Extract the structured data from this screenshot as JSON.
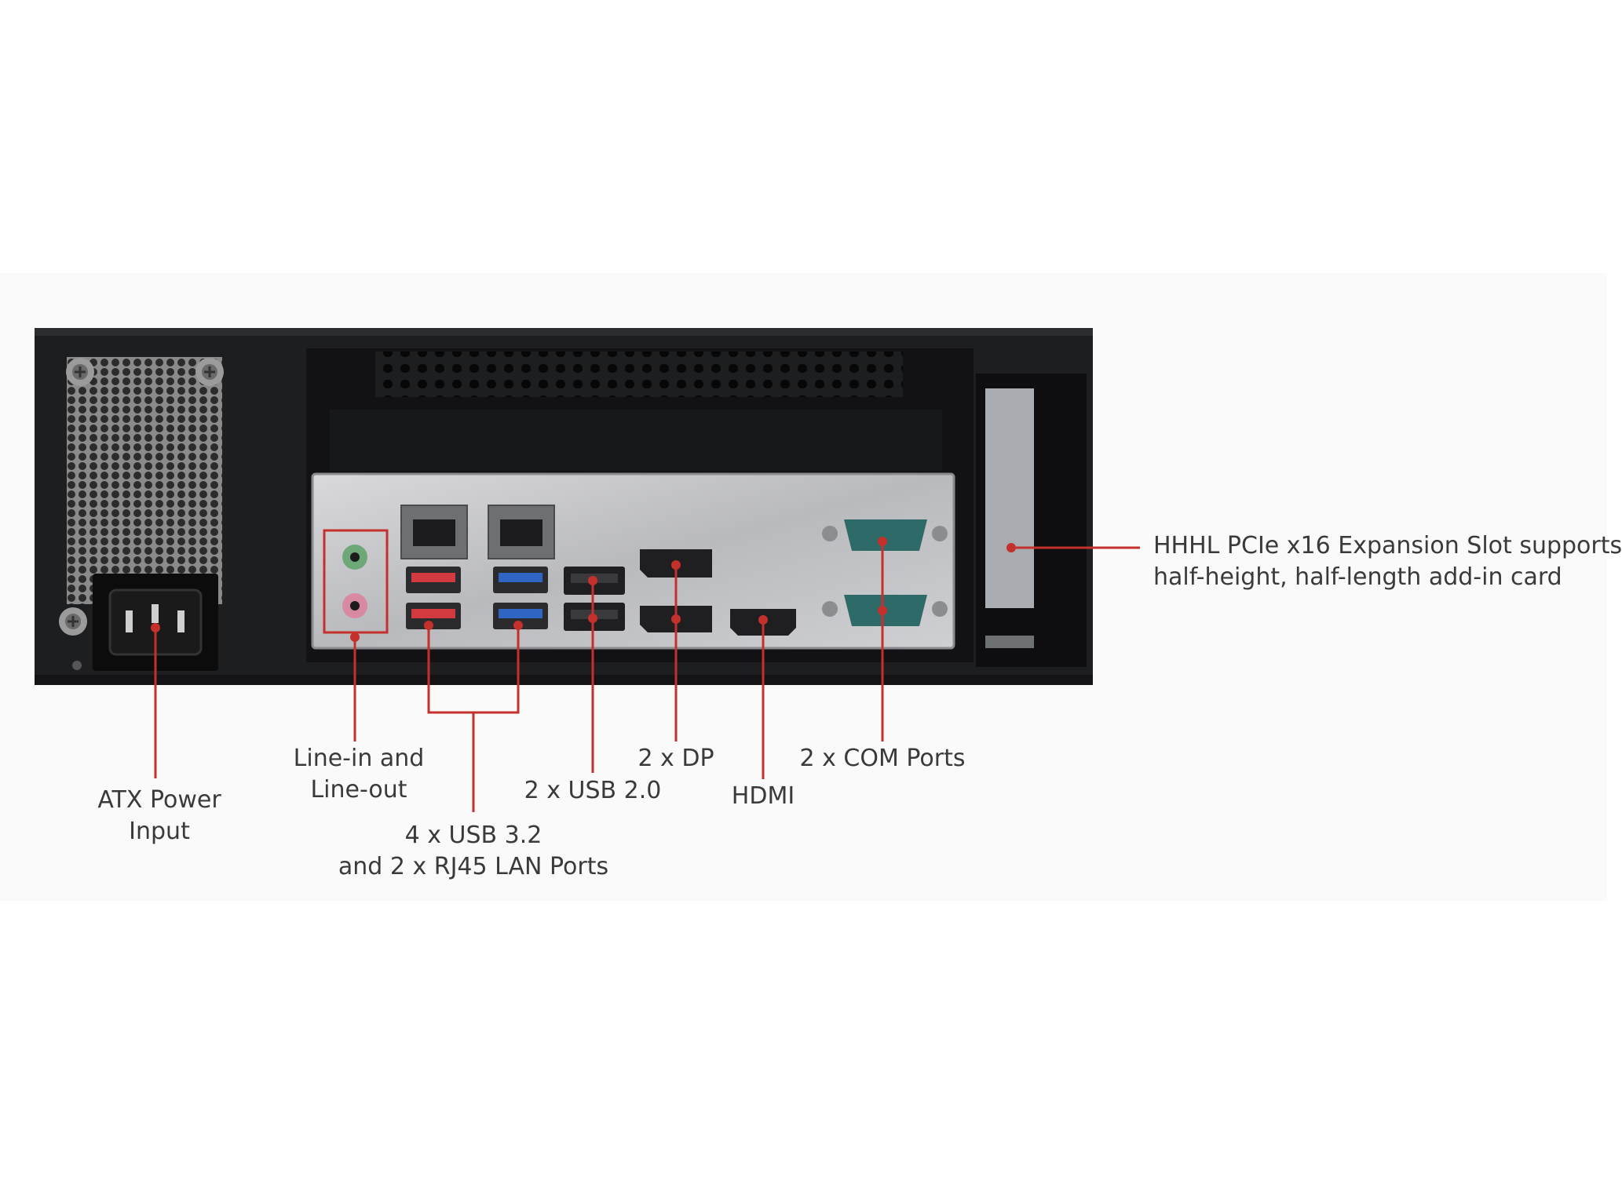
{
  "colors": {
    "leader": "#c4302b",
    "chassis": "#1d1e20",
    "io_shield": "#c9c9cc",
    "usb3_blue": "#2f66c4",
    "usb_red": "#d23a3f",
    "audio_green": "#6ea878",
    "audio_pink": "#d98aa3",
    "com_teal": "#2e6a68"
  },
  "icons": [
    "ethernet-icon",
    "usb-icon",
    "displayport-icon",
    "hdmi-icon",
    "com-port-icon",
    "power-socket-icon",
    "screw-icon"
  ],
  "callouts": {
    "atx_power": {
      "lines": [
        "ATX Power",
        "Input"
      ]
    },
    "audio": {
      "lines": [
        "Line-in and",
        "Line-out"
      ]
    },
    "usb32_lan": {
      "lines": [
        "4 x USB 3.2",
        "and 2 x RJ45 LAN Ports"
      ]
    },
    "usb20": {
      "lines": [
        "2 x USB 2.0"
      ]
    },
    "dp": {
      "lines": [
        "2 x DP"
      ]
    },
    "hdmi": {
      "lines": [
        "HDMI"
      ]
    },
    "com": {
      "lines": [
        "2 x COM Ports"
      ]
    },
    "pcie": {
      "lines": [
        "HHHL PCIe x16 Expansion Slot supports",
        "half-height, half-length add-in card"
      ]
    }
  }
}
